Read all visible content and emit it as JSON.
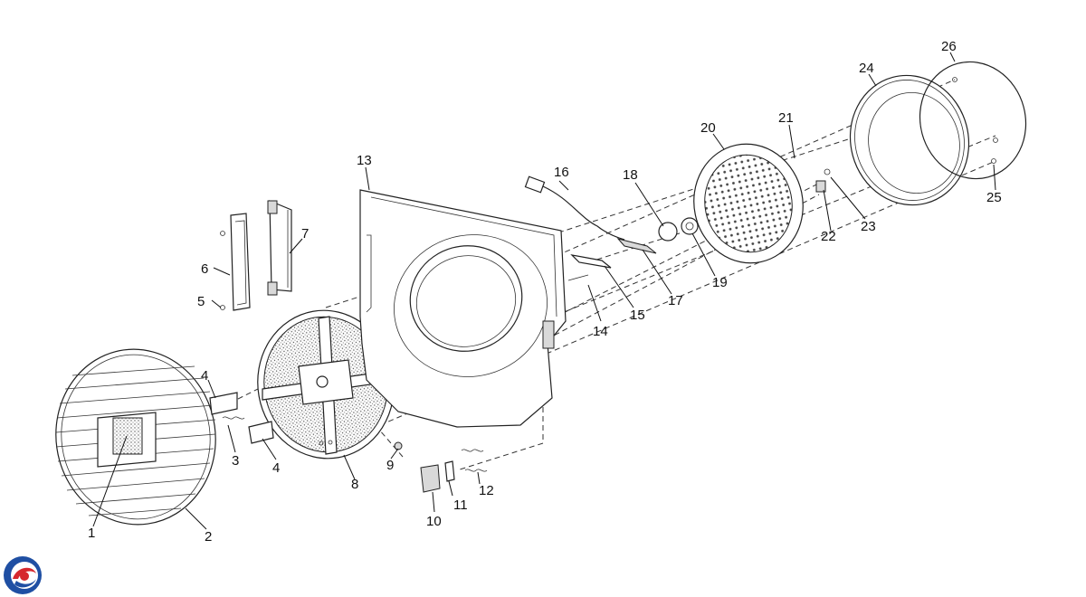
{
  "diagram": {
    "part_numbers": [
      "1",
      "2",
      "3",
      "4",
      "4",
      "5",
      "6",
      "7",
      "8",
      "9",
      "10",
      "11",
      "12",
      "13",
      "14",
      "15",
      "16",
      "17",
      "18",
      "19",
      "20",
      "21",
      "22",
      "23",
      "24",
      "25",
      "26"
    ]
  },
  "logo": {
    "name": "brand-swirl-logo",
    "colors": [
      "#1f4fa3",
      "#d6282e"
    ]
  }
}
